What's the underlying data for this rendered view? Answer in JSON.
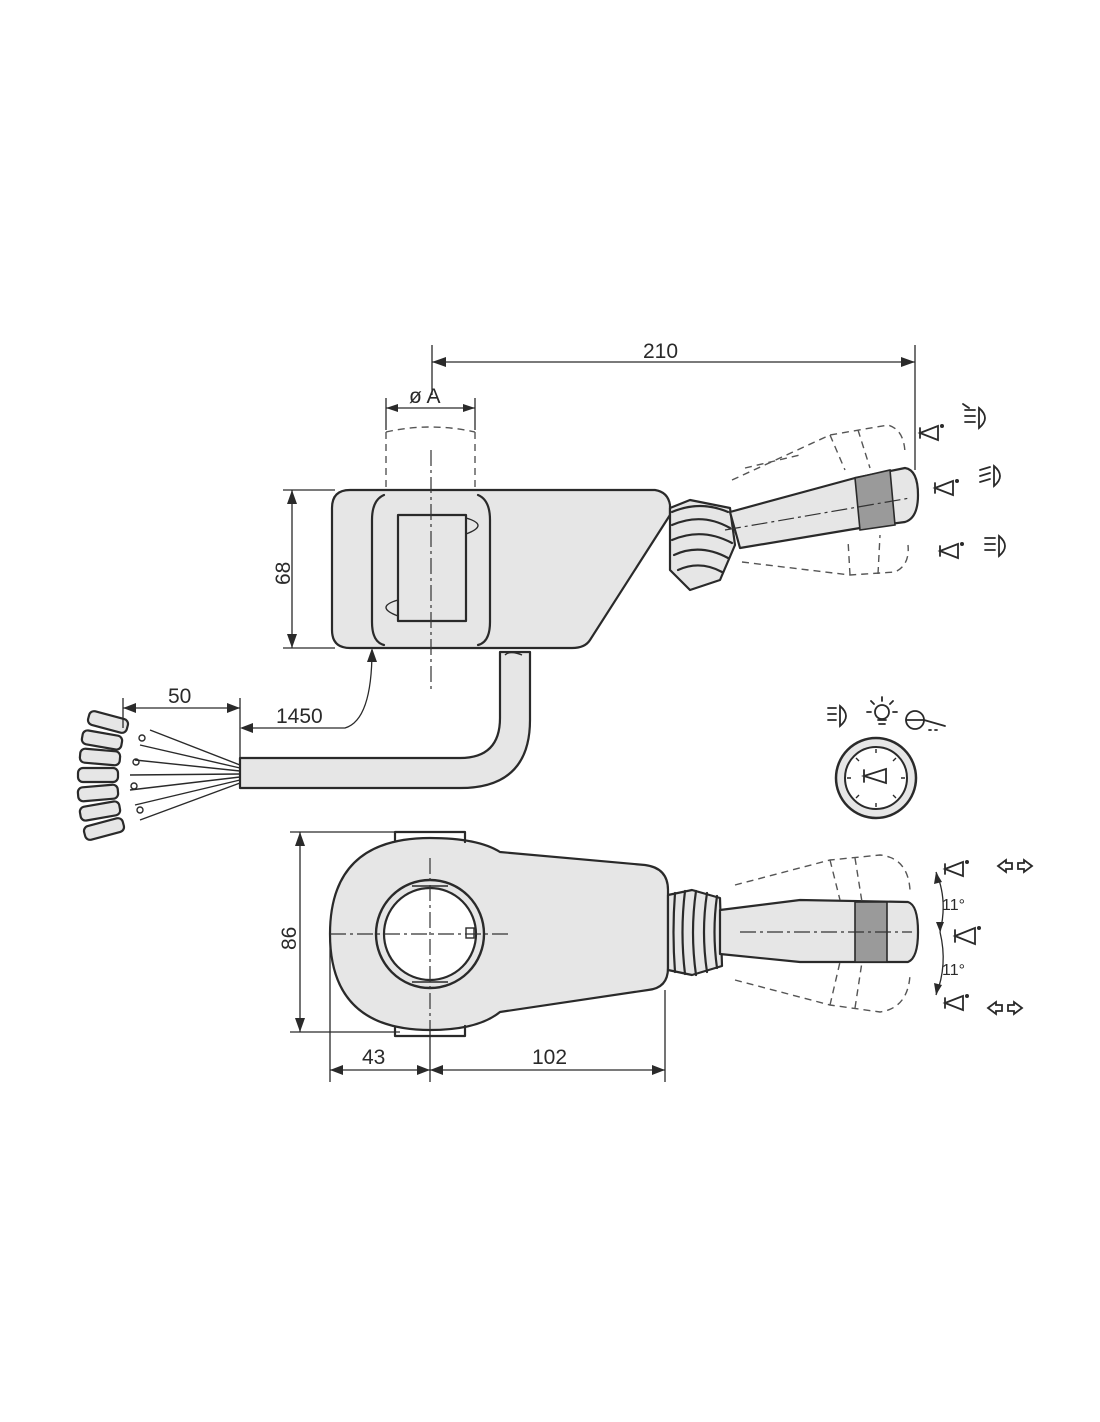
{
  "dimensions": {
    "overall_length": "210",
    "bore_diameter": "ø A",
    "body_height": "68",
    "cable_end": "50",
    "cable_length": "1450",
    "ring_height": "86",
    "ring_offset": "43",
    "body_length": "102",
    "angle_up": "11°",
    "angle_down": "11°"
  },
  "icons": [
    "horn-icon",
    "headlight-icon",
    "high-beam-icon",
    "low-beam-icon",
    "turn-arrow-icon",
    "lamp-icon",
    "wiper-icon"
  ]
}
